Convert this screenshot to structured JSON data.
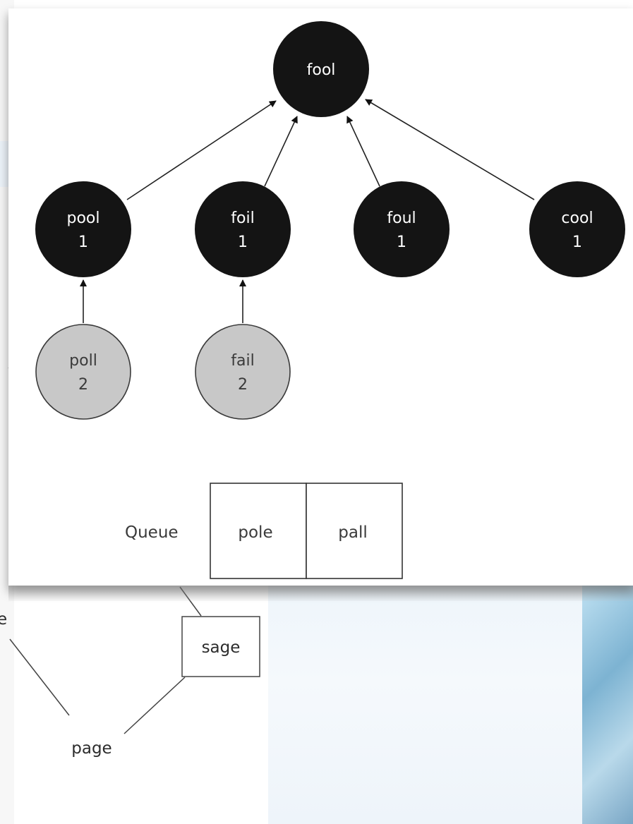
{
  "main_diagram": {
    "root": {
      "label": "fool"
    },
    "level1": [
      {
        "label": "pool",
        "count": "1"
      },
      {
        "label": "foil",
        "count": "1"
      },
      {
        "label": "foul",
        "count": "1"
      },
      {
        "label": "cool",
        "count": "1"
      }
    ],
    "level2": [
      {
        "label": "poll",
        "count": "2"
      },
      {
        "label": "fail",
        "count": "2"
      }
    ],
    "queue": {
      "label": "Queue",
      "cells": [
        "pole",
        "pall"
      ]
    },
    "colors": {
      "visited_node": "#141414",
      "frontier_node": "#c8c8c8",
      "edge": "#222222"
    }
  },
  "background_diagram": {
    "box_label": "sage",
    "bottom_label": "page",
    "partial_label": "e"
  }
}
